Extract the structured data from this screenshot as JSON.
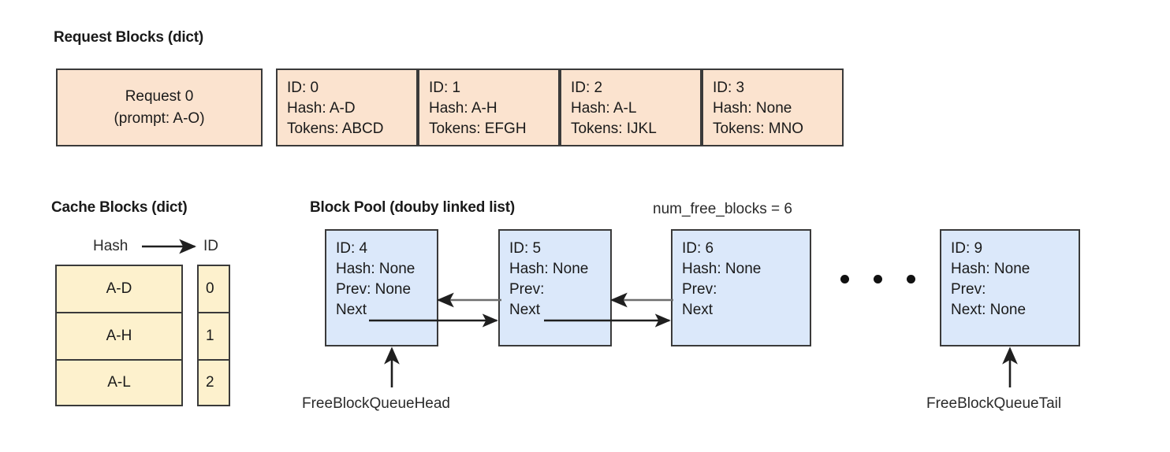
{
  "diagram": {
    "title_request_blocks": "Request Blocks (dict)",
    "title_cache_blocks": "Cache Blocks (dict)",
    "title_block_pool": "Block Pool (douby linked list)",
    "num_free_blocks": "num_free_blocks = 6"
  },
  "request_blocks": {
    "request_box": {
      "line1": "Request 0",
      "line2": "(prompt: A-O)"
    },
    "blocks": [
      {
        "id": "ID: 0",
        "hash": "Hash: A-D",
        "tokens": "Tokens: ABCD"
      },
      {
        "id": "ID: 1",
        "hash": "Hash: A-H",
        "tokens": "Tokens: EFGH"
      },
      {
        "id": "ID: 2",
        "hash": "Hash: A-L",
        "tokens": "Tokens: IJKL"
      },
      {
        "id": "ID: 3",
        "hash": "Hash: None",
        "tokens": "Tokens: MNO"
      }
    ]
  },
  "cache_blocks": {
    "header_hash": "Hash",
    "header_id": "ID",
    "rows": [
      {
        "hash": "A-D",
        "id": "0"
      },
      {
        "hash": "A-H",
        "id": "1"
      },
      {
        "hash": "A-L",
        "id": "2"
      }
    ]
  },
  "block_pool": {
    "blocks": [
      {
        "id": "ID: 4",
        "hash": "Hash: None",
        "prev": "Prev: None",
        "next": "Next"
      },
      {
        "id": "ID: 5",
        "hash": "Hash: None",
        "prev": "Prev:",
        "next": "Next"
      },
      {
        "id": "ID: 6",
        "hash": "Hash: None",
        "prev": "Prev:",
        "next": "Next"
      },
      {
        "id": "ID: 9",
        "hash": "Hash: None",
        "prev": "Prev:",
        "next": "Next: None"
      }
    ],
    "head_label": "FreeBlockQueueHead",
    "tail_label": "FreeBlockQueueTail"
  },
  "colors": {
    "peach_fill": "#fbe3cf",
    "blue_fill": "#dbe8fa",
    "yellow_fill": "#fdf1cd",
    "stroke": "#3a3a3a",
    "arrow_next": "#2b2b2b",
    "arrow_prev": "#6e6e6e"
  }
}
